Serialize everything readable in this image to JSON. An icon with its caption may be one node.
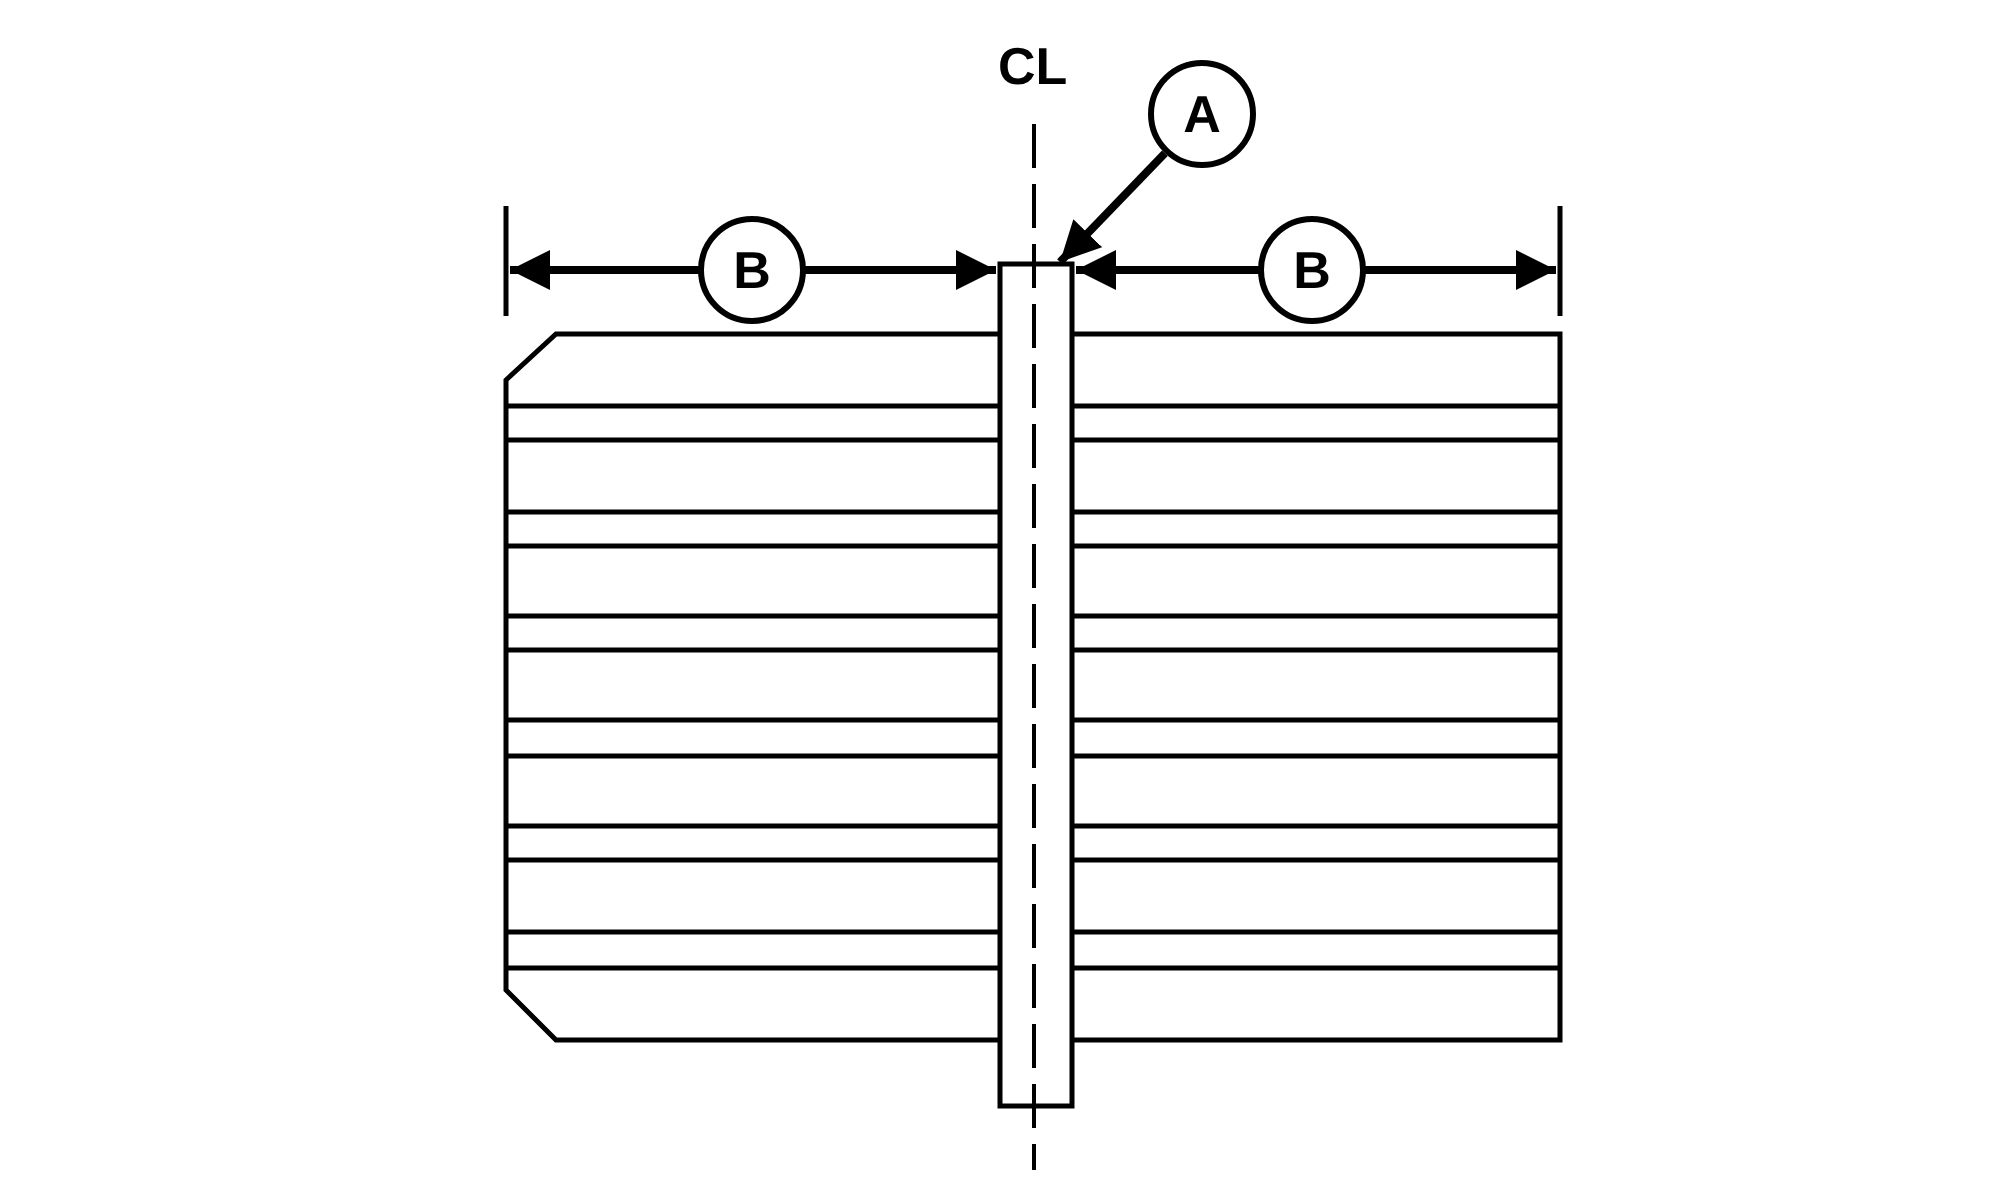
{
  "diagram": {
    "nodes": [
      {
        "text": [
          "A"
        ]
      },
      {
        "text": [],
        "shape": "bar"
      },
      {
        "text": [
          "B"
        ]
      },
      {
        "text": [
          "B"
        ]
      }
    ],
    "edges": [
      {
        "from": 0,
        "to": 1,
        "arrow": "to"
      }
    ],
    "labels": [
      "CL"
    ]
  }
}
